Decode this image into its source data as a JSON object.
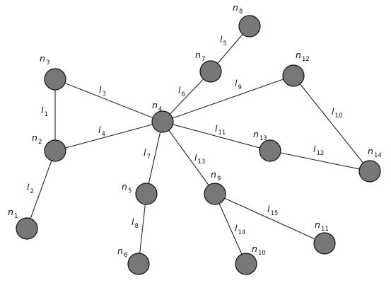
{
  "diagram": {
    "node_color": "#777777",
    "nodes": [
      {
        "id": "n1",
        "base": "n",
        "sub": "1"
      },
      {
        "id": "n2",
        "base": "n",
        "sub": "2"
      },
      {
        "id": "n3",
        "base": "n",
        "sub": "3"
      },
      {
        "id": "n4",
        "base": "n",
        "sub": "4"
      },
      {
        "id": "n5",
        "base": "n",
        "sub": "5"
      },
      {
        "id": "n6",
        "base": "n",
        "sub": "6"
      },
      {
        "id": "n7",
        "base": "n",
        "sub": "7"
      },
      {
        "id": "n8",
        "base": "n",
        "sub": "8"
      },
      {
        "id": "n9",
        "base": "n",
        "sub": "9"
      },
      {
        "id": "n10",
        "base": "n",
        "sub": "10"
      },
      {
        "id": "n11",
        "base": "n",
        "sub": "11"
      },
      {
        "id": "n12",
        "base": "n",
        "sub": "12"
      },
      {
        "id": "n13",
        "base": "n",
        "sub": "13"
      },
      {
        "id": "n14",
        "base": "n",
        "sub": "14"
      }
    ],
    "edges": [
      {
        "id": "l1",
        "base": "l",
        "sub": "1",
        "from": "n3",
        "to": "n2"
      },
      {
        "id": "l2",
        "base": "l",
        "sub": "2",
        "from": "n2",
        "to": "n1"
      },
      {
        "id": "l3",
        "base": "l",
        "sub": "3",
        "from": "n3",
        "to": "n4"
      },
      {
        "id": "l4",
        "base": "l",
        "sub": "4",
        "from": "n2",
        "to": "n4"
      },
      {
        "id": "l5",
        "base": "l",
        "sub": "5",
        "from": "n7",
        "to": "n8"
      },
      {
        "id": "l6",
        "base": "l",
        "sub": "6",
        "from": "n4",
        "to": "n7"
      },
      {
        "id": "l7",
        "base": "l",
        "sub": "7",
        "from": "n4",
        "to": "n5"
      },
      {
        "id": "l8",
        "base": "l",
        "sub": "8",
        "from": "n5",
        "to": "n6"
      },
      {
        "id": "l9",
        "base": "l",
        "sub": "9",
        "from": "n4",
        "to": "n12"
      },
      {
        "id": "l10",
        "base": "l",
        "sub": "10",
        "from": "n12",
        "to": "n14"
      },
      {
        "id": "l11",
        "base": "l",
        "sub": "11",
        "from": "n4",
        "to": "n13"
      },
      {
        "id": "l12",
        "base": "l",
        "sub": "12",
        "from": "n13",
        "to": "n14"
      },
      {
        "id": "l13",
        "base": "l",
        "sub": "13",
        "from": "n4",
        "to": "n9"
      },
      {
        "id": "l14",
        "base": "l",
        "sub": "14",
        "from": "n9",
        "to": "n10"
      },
      {
        "id": "l15",
        "base": "l",
        "sub": "15",
        "from": "n9",
        "to": "n11"
      }
    ]
  }
}
